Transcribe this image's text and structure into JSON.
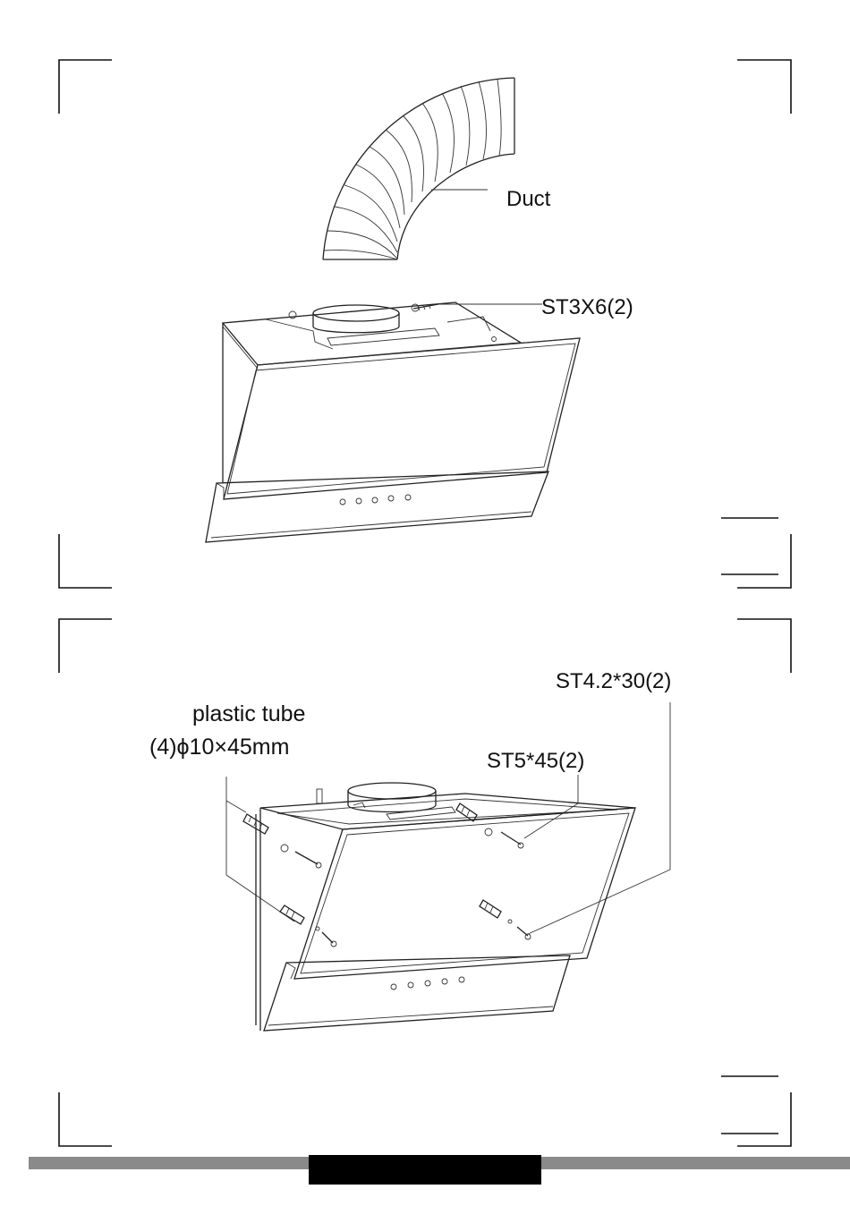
{
  "panel1": {
    "duct_label": "Duct",
    "screw_label": "ST3X6(2)"
  },
  "panel2": {
    "tube_label_line1": "plastic tube",
    "tube_label_line2": "(4)ϕ10×45mm",
    "screw_a_label": "ST5*45(2)",
    "screw_b_label": "ST4.2*30(2)"
  }
}
